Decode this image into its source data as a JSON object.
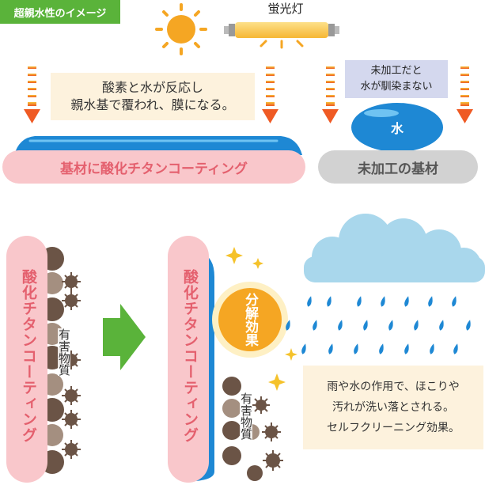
{
  "header": {
    "tag": "超親水性のイメージ"
  },
  "lamp": {
    "label": "蛍光灯"
  },
  "callouts": {
    "oxygen": {
      "line1": "酸素と水が反応し",
      "line2": "親水基で覆われ、膜になる。"
    },
    "untreated": {
      "line1": "未加工だと",
      "line2": "水が馴染まない"
    },
    "self_cleaning": {
      "line1": "雨や水の作用で、ほこりや",
      "line2": "汚れが洗い落とされる。",
      "line3": "セルフクリーニング効果。"
    }
  },
  "labels": {
    "coated_substrate": "基材に酸化チタンコーティング",
    "raw_substrate": "未加工の基材",
    "water": "水",
    "coating_vertical": "酸化チタンコーティング",
    "harmful_substance": "有害物質",
    "decomposition_effect": "分解効果"
  },
  "colors": {
    "green_tag": "#5ab33a",
    "pink_coating": "#f9c7cb",
    "pink_text": "#e4606e",
    "blue_film": "#1e88d4",
    "sun_orange": "#f5a623",
    "arrow_orange": "#ef5a24",
    "cloud_blue": "#a9d7ec",
    "raindrop_blue": "#1e88d4",
    "particle_brown": "#6b5446",
    "callout_cream": "#fdf2dd",
    "callout_lavender": "#d4d8ee",
    "gray_substrate": "#d2d2d2"
  },
  "icons": [
    "sun-icon",
    "fluorescent-lamp-icon",
    "down-arrow-icon",
    "water-drop-icon",
    "cloud-icon",
    "raindrop-icon",
    "sparkle-icon",
    "right-arrow-icon",
    "dirt-particle-icon"
  ]
}
